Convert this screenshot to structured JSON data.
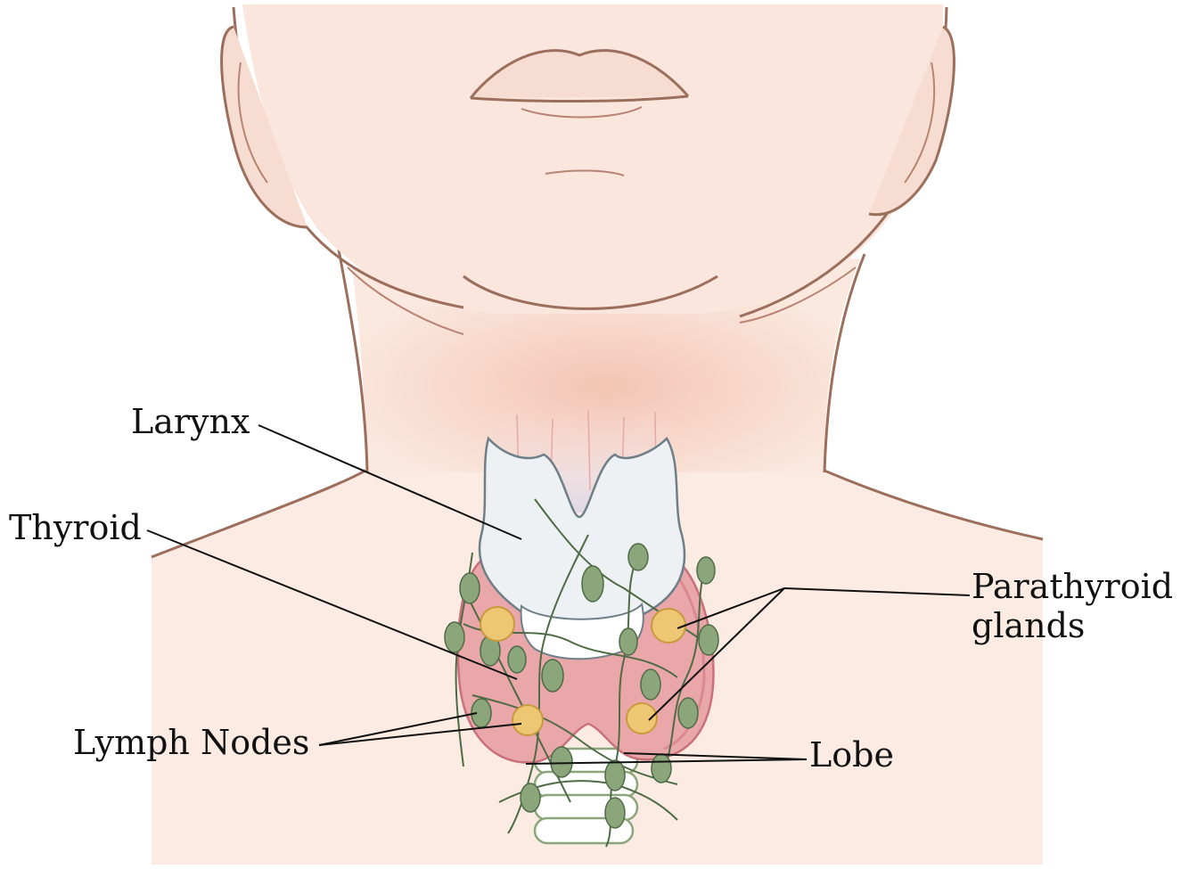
{
  "labels": {
    "larynx": "Larynx",
    "thyroid": "Thyroid",
    "parathyroid_line1": "Parathyroid",
    "parathyroid_line2": "glands",
    "lymph_nodes": "Lymph Nodes",
    "lobe": "Lobe"
  },
  "colors": {
    "skin": "#fae6dc",
    "skin_outline": "#9c6e5c",
    "thyroid": "#eaa7a9",
    "cartilage": "#eef1f3",
    "lymph_node": "#8aa67a",
    "parathyroid": "#edc773",
    "leader_line": "#111111"
  }
}
